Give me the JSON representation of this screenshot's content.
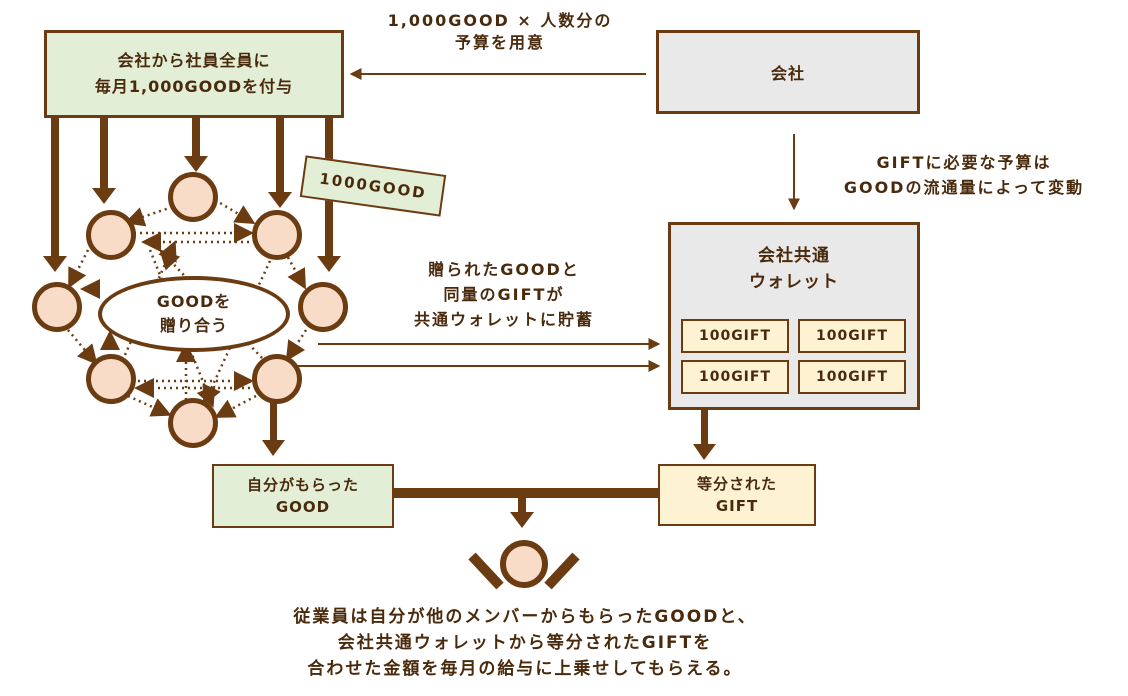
{
  "colors": {
    "brown": "#6b3c11",
    "green_box": "#e3eed7",
    "cream_box": "#fdf3d2",
    "gray_box": "#e9e9e9",
    "node_fill": "#f9dcc8"
  },
  "top_label": [
    "1,000GOOD × 人数分の",
    "予算を用意"
  ],
  "company_grant_box": [
    "会社から社員全員に",
    "毎月1,000GOODを付与"
  ],
  "company_box": "会社",
  "budget_label": [
    "GIFTに必要な予算は",
    "GOODの流通量によって変動"
  ],
  "good_tag": "1000GOOD",
  "exchange_ellipse": [
    "GOODを",
    "贈り合う"
  ],
  "store_label": [
    "贈られたGOODと",
    "同量のGIFTが",
    "共通ウォレットに貯蓄"
  ],
  "wallet": {
    "title": [
      "会社共通",
      "ウォレット"
    ],
    "gifts": [
      "100GIFT",
      "100GIFT",
      "100GIFT",
      "100GIFT"
    ]
  },
  "received_good_box": [
    "自分がもらった",
    "GOOD"
  ],
  "split_gift_box": [
    "等分された",
    "GIFT"
  ],
  "footer": [
    "従業員は自分が他のメンバーからもらったGOODと、",
    "会社共通ウォレットから等分されたGIFTを",
    "合わせた金額を毎月の給与に上乗せしてもらえる。"
  ]
}
